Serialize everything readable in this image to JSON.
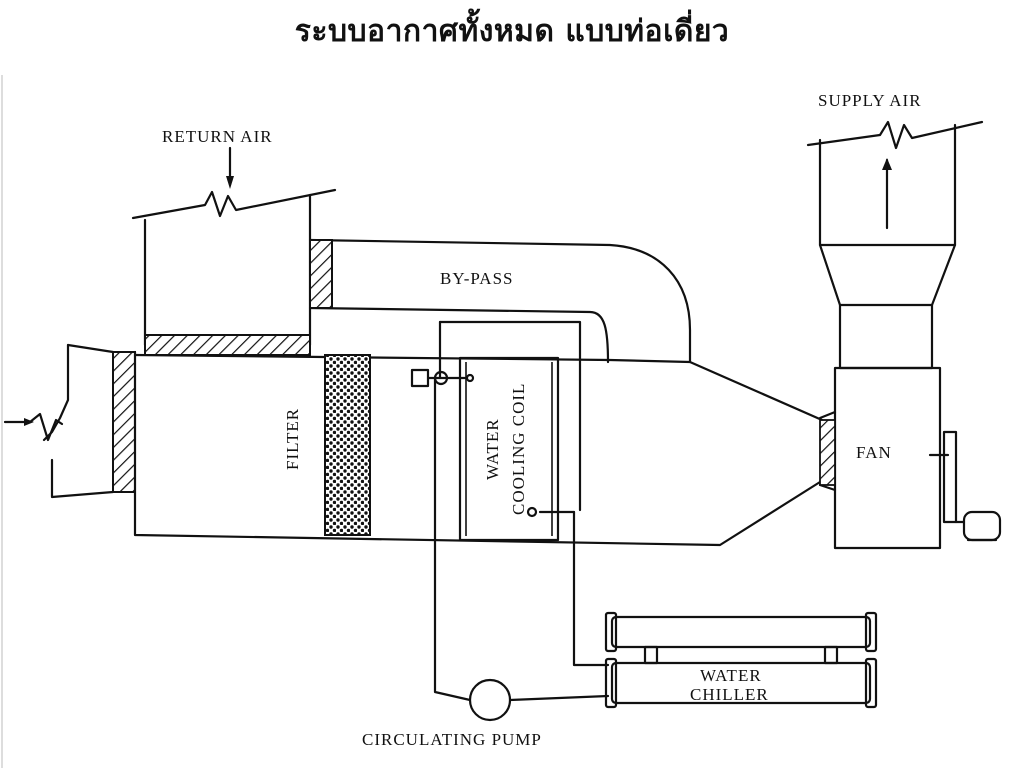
{
  "title": "ระบบอากาศทั้งหมด แบบท่อเดี่ยว",
  "labels": {
    "return_air": "RETURN AIR",
    "supply_air": "SUPPLY AIR",
    "by_pass": "BY-PASS",
    "filter": "FILTER",
    "cooling_coil_line1": "WATER",
    "cooling_coil_line2": "COOLING COIL",
    "fan": "FAN",
    "chiller_line1": "WATER",
    "chiller_line2": "CHILLER",
    "pump": "CIRCULATING PUMP"
  }
}
